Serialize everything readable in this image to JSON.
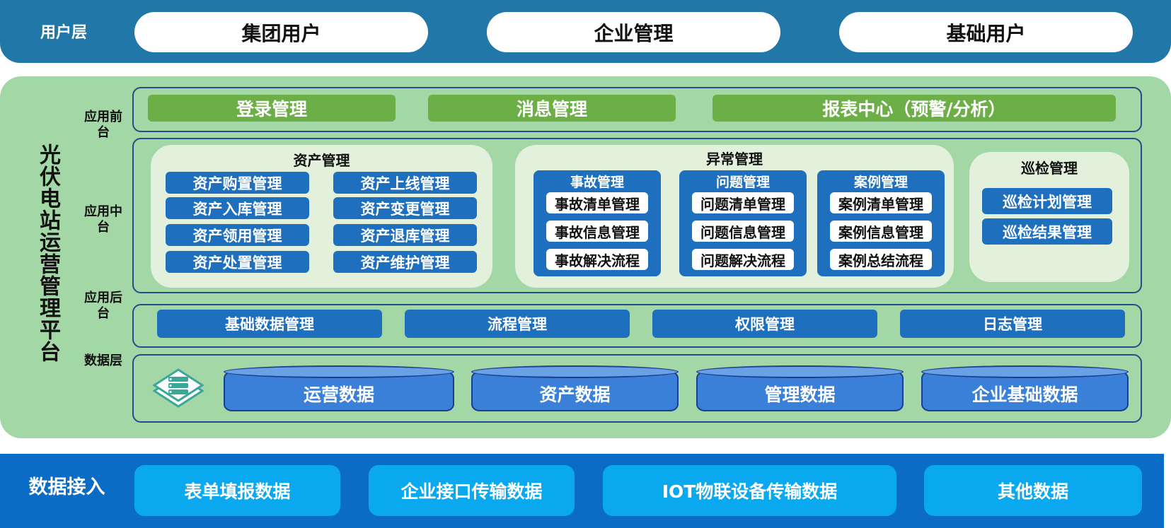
{
  "user_layer": {
    "title": "用户层",
    "items": [
      "集团用户",
      "企业管理",
      "基础用户"
    ]
  },
  "platform": {
    "title": "光伏电站运营管理平台",
    "front": {
      "label": "应用前台",
      "items": [
        "登录管理",
        "消息管理",
        "报表中心（预警/分析）"
      ]
    },
    "middle": {
      "label": "应用中台",
      "asset": {
        "title": "资产管理",
        "items": [
          "资产购置管理",
          "资产上线管理",
          "资产入库管理",
          "资产变更管理",
          "资产领用管理",
          "资产退库管理",
          "资产处置管理",
          "资产维护管理"
        ]
      },
      "exception": {
        "title": "异常管理",
        "groups": [
          {
            "title": "事故管理",
            "items": [
              "事故清单管理",
              "事故信息管理",
              "事故解决流程"
            ]
          },
          {
            "title": "问题管理",
            "items": [
              "问题清单管理",
              "问题信息管理",
              "问题解决流程"
            ]
          },
          {
            "title": "案例管理",
            "items": [
              "案例清单管理",
              "案例信息管理",
              "案例总结流程"
            ]
          }
        ]
      },
      "inspection": {
        "title": "巡检管理",
        "items": [
          "巡检计划管理",
          "巡检结果管理"
        ]
      }
    },
    "back": {
      "label": "应用后台",
      "items": [
        "基础数据管理",
        "流程管理",
        "权限管理",
        "日志管理"
      ]
    },
    "data": {
      "label": "数据层",
      "icon": "server-stack-icon",
      "items": [
        "运营数据",
        "资产数据",
        "管理数据",
        "企业基础数据"
      ]
    }
  },
  "data_access": {
    "title": "数据接入",
    "items": [
      "表单填报数据",
      "企业接口传输数据",
      "IOT物联设备传输数据",
      "其他数据"
    ]
  },
  "colors": {
    "user_band": "#2178a8",
    "platform_bg": "#a4d7a6",
    "green_button": "#6daf47",
    "blue_button": "#1f6fbf",
    "access_band": "#0b6cc5",
    "access_pill": "#0aa9ef"
  }
}
